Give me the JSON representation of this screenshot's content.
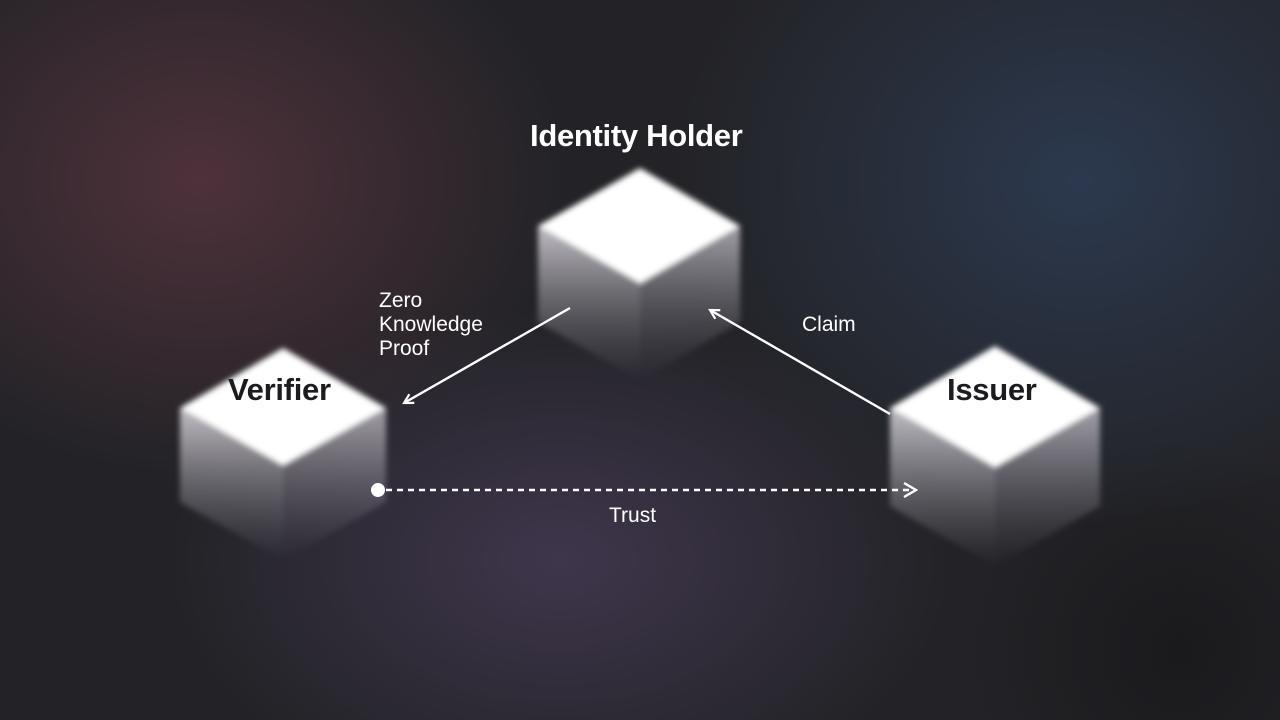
{
  "nodes": {
    "holder": {
      "label": "Identity Holder"
    },
    "verifier": {
      "label": "Verifier"
    },
    "issuer": {
      "label": "Issuer"
    }
  },
  "edges": {
    "zkp": {
      "line1": "Zero",
      "line2": "Knowledge",
      "line3": "Proof"
    },
    "claim": {
      "label": "Claim"
    },
    "trust": {
      "label": "Trust"
    }
  },
  "colors": {
    "node_top": "#ffffff",
    "edge": "#ffffff",
    "node_label": "#1c1c20"
  }
}
